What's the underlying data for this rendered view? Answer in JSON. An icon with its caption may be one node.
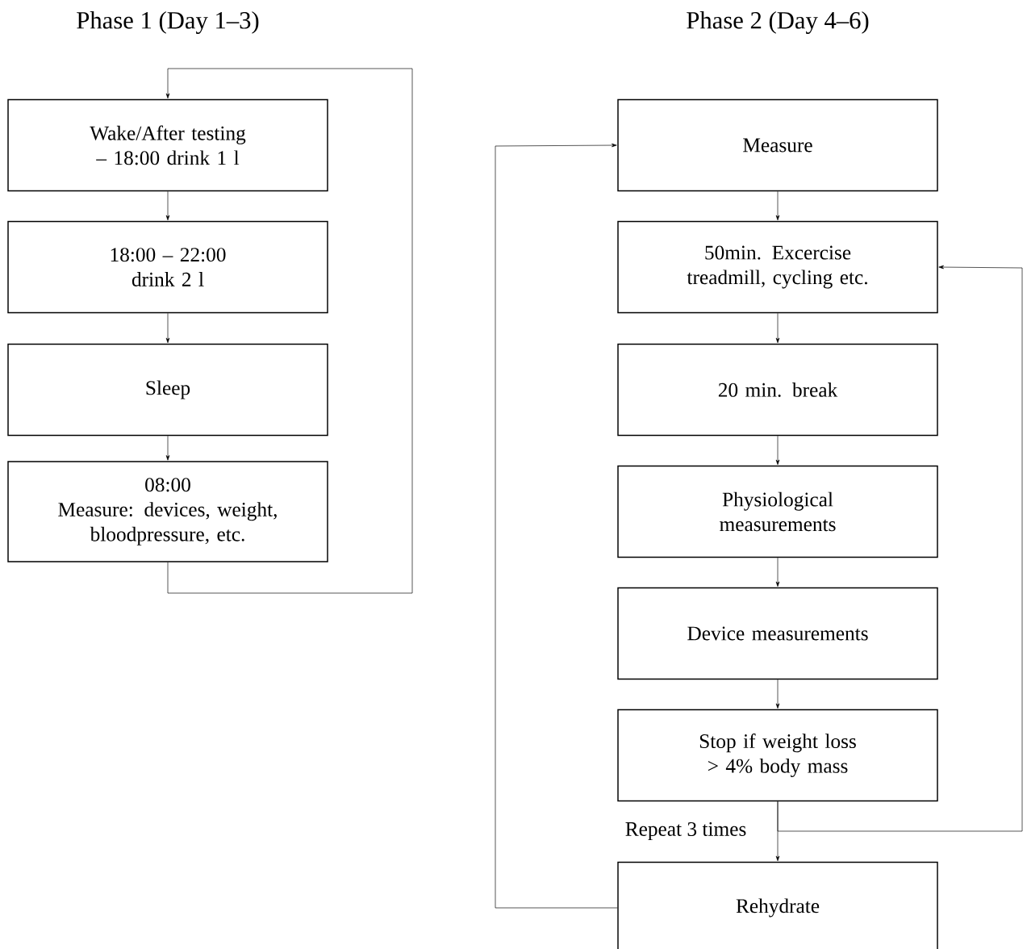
{
  "diagram": {
    "nodes": [
      {
        "text": [
          "Wake/After testing – 18:00 drink 1 l"
        ]
      },
      {
        "text": [
          "18:00 – 22:00 drink 2 l"
        ]
      },
      {
        "text": [
          "Sleep"
        ]
      },
      {
        "text": [
          "08:00",
          "Measure: devices, weight, bloodpressure, etc."
        ]
      },
      {
        "text": [
          "Measure"
        ]
      },
      {
        "text": [
          "50min. Excercise treadmill, cycling etc."
        ]
      },
      {
        "text": [
          "20 min. break"
        ]
      },
      {
        "text": [
          "Physiological measurements"
        ]
      },
      {
        "text": [
          "Device measurements"
        ]
      },
      {
        "text": [
          "Stop if weight loss > 4% body mass"
        ]
      },
      {
        "text": [
          "Rehydrate"
        ]
      }
    ],
    "edges": [
      {
        "from": 0,
        "to": 1,
        "arrow": "to"
      },
      {
        "from": 1,
        "to": 2,
        "arrow": "to"
      },
      {
        "from": 2,
        "to": 3,
        "arrow": "to"
      },
      {
        "from": 3,
        "to": 0,
        "arrow": "to"
      },
      {
        "from": 4,
        "to": 5,
        "arrow": "to"
      },
      {
        "from": 5,
        "to": 6,
        "arrow": "to"
      },
      {
        "from": 6,
        "to": 7,
        "arrow": "to"
      },
      {
        "from": 7,
        "to": 8,
        "arrow": "to"
      },
      {
        "from": 8,
        "to": 9,
        "arrow": "to"
      },
      {
        "from": 9,
        "to": 10,
        "arrow": "to"
      },
      {
        "from": 9,
        "to": 5,
        "arrow": "to",
        "label": "Repeat 3 times"
      },
      {
        "from": 10,
        "to": 4,
        "arrow": "to"
      }
    ],
    "labels": [
      "Phase 1 (Day 1–3)",
      "Phase 2 (Day 4–6)"
    ]
  }
}
